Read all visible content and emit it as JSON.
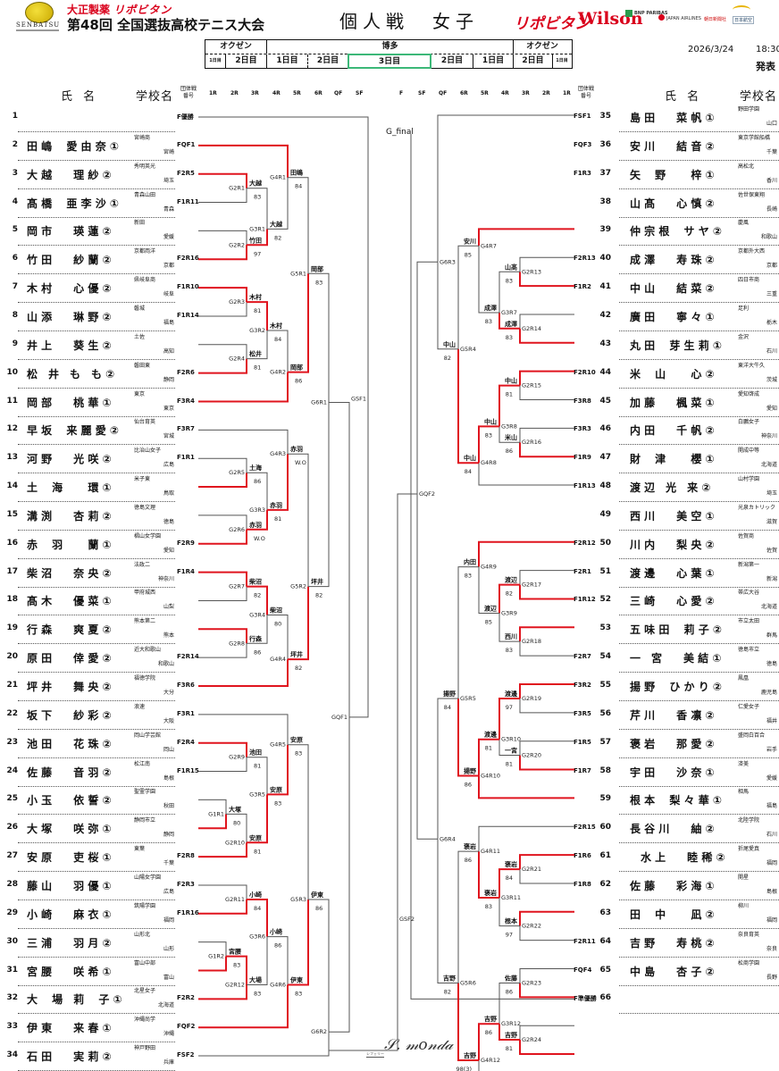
{
  "header": {
    "logo_text": "SENBATSU",
    "sponsor_main": "大正製薬",
    "sponsor_brand": "リポビタン",
    "tournament": "第48回 全国選抜高校テニス大会",
    "title": "個人戦　女子",
    "sponsors": [
      "リポビタン",
      "Wilson",
      "BNP PARIBAS",
      "JAPAN AIRLINES",
      "朝日新聞社",
      "日本航空"
    ],
    "date": "2026/3/24",
    "time": "18:30",
    "status": "発表"
  },
  "schedule": {
    "venues": [
      "オクゼン",
      "博多",
      "オクゼン"
    ],
    "days": [
      "1日目",
      "2日目",
      "1日目",
      "2日目",
      "3日目",
      "2日目",
      "1日目",
      "2日目",
      "1日目"
    ],
    "current_day": "3日目"
  },
  "columns": {
    "name": "氏 名",
    "school": "学校名",
    "team_no": "団体戦番号",
    "left_rounds": [
      "1R",
      "2R",
      "3R",
      "4R",
      "5R",
      "6R",
      "QF",
      "SF"
    ],
    "center": "F",
    "right_rounds": [
      "SF",
      "QF",
      "6R",
      "5R",
      "4R",
      "3R",
      "2R",
      "1R"
    ]
  },
  "left_players": [
    {
      "no": "1",
      "name": "",
      "school": "",
      "pref": "",
      "code": "F優勝"
    },
    {
      "no": "2",
      "name": "田 嶋　 愛 由 奈 ①",
      "school": "宮崎商",
      "pref": "宮崎",
      "code": "FQF1"
    },
    {
      "no": "3",
      "name": "大 越　　理 紗 ②",
      "school": "秀明英光",
      "pref": "埼玉",
      "code": "F2R5"
    },
    {
      "no": "4",
      "name": "髙 橋　 亜 李 沙 ①",
      "school": "青森山田",
      "pref": "青森",
      "code": "F1R11"
    },
    {
      "no": "5",
      "name": "岡 市　　瑛 蓮 ②",
      "school": "新田",
      "pref": "愛媛",
      "code": ""
    },
    {
      "no": "6",
      "name": "竹 田　　紗 蘭 ②",
      "school": "京都両洋",
      "pref": "京都",
      "code": "F2R16"
    },
    {
      "no": "7",
      "name": "木 村　　心 優 ②",
      "school": "県岐阜商",
      "pref": "岐阜",
      "code": "F1R10"
    },
    {
      "no": "8",
      "name": "山 添　　琳 野 ②",
      "school": "磐城",
      "pref": "福島",
      "code": "F1R14"
    },
    {
      "no": "9",
      "name": "井 上　　葵 生 ②",
      "school": "土佐",
      "pref": "高知",
      "code": ""
    },
    {
      "no": "10",
      "name": "松　井　も　も ②",
      "school": "磐田東",
      "pref": "静岡",
      "code": "F2R6"
    },
    {
      "no": "11",
      "name": "岡 部　　桃 華 ①",
      "school": "東京",
      "pref": "東京",
      "code": "F3R4"
    },
    {
      "no": "12",
      "name": "早 坂　 来 麗 愛 ②",
      "school": "仙台育英",
      "pref": "宮城",
      "code": "F3R7"
    },
    {
      "no": "13",
      "name": "河 野　　光 咲 ②",
      "school": "比治山女子",
      "pref": "広島",
      "code": "F1R1"
    },
    {
      "no": "14",
      "name": "土　 海　　 環 ①",
      "school": "米子東",
      "pref": "鳥取",
      "code": ""
    },
    {
      "no": "15",
      "name": "溝 渕　　杏 莉 ②",
      "school": "徳島文理",
      "pref": "徳島",
      "code": ""
    },
    {
      "no": "16",
      "name": "赤　 羽　　 蘭 ①",
      "school": "椙山女学園",
      "pref": "愛知",
      "code": "F2R9"
    },
    {
      "no": "17",
      "name": "柴 沼　　奈 央 ②",
      "school": "法政二",
      "pref": "神奈川",
      "code": "F1R4"
    },
    {
      "no": "18",
      "name": "髙 木　　優 菜 ①",
      "school": "甲府城西",
      "pref": "山梨",
      "code": ""
    },
    {
      "no": "19",
      "name": "行 森　　爽 夏 ②",
      "school": "熊本第二",
      "pref": "熊本",
      "code": ""
    },
    {
      "no": "20",
      "name": "原 田　　倖 愛 ②",
      "school": "近大和歌山",
      "pref": "和歌山",
      "code": "F2R14"
    },
    {
      "no": "21",
      "name": "坪 井　　舞 央 ②",
      "school": "福徳学院",
      "pref": "大分",
      "code": "F3R6"
    },
    {
      "no": "22",
      "name": "坂 下　　紗 彩 ②",
      "school": "浪速",
      "pref": "大阪",
      "code": "F3R1"
    },
    {
      "no": "23",
      "name": "池 田　　花 珠 ②",
      "school": "岡山学芸館",
      "pref": "岡山",
      "code": "F2R4"
    },
    {
      "no": "24",
      "name": "佐 藤　　音 羽 ②",
      "school": "松江南",
      "pref": "島根",
      "code": "F1R15"
    },
    {
      "no": "25",
      "name": "小 玉　　依 誓 ②",
      "school": "聖霊学園",
      "pref": "秋田",
      "code": ""
    },
    {
      "no": "26",
      "name": "大 塚　　咲 弥 ①",
      "school": "静岡市立",
      "pref": "静岡",
      "code": ""
    },
    {
      "no": "27",
      "name": "安 原　　吏 桜 ①",
      "school": "東葉",
      "pref": "千葉",
      "code": "F2R8"
    },
    {
      "no": "28",
      "name": "藤 山　　羽 優 ①",
      "school": "山陽女学園",
      "pref": "広島",
      "code": "F2R3"
    },
    {
      "no": "29",
      "name": "小 崎　　麻 衣 ①",
      "school": "筑陽学園",
      "pref": "福岡",
      "code": "F1R16"
    },
    {
      "no": "30",
      "name": "三 浦　　羽 月 ②",
      "school": "山形北",
      "pref": "山形",
      "code": ""
    },
    {
      "no": "31",
      "name": "宮 腰　　咲 希 ①",
      "school": "富山中部",
      "pref": "富山",
      "code": ""
    },
    {
      "no": "32",
      "name": "大　 場　莉　 子 ①",
      "school": "北星女子",
      "pref": "北海道",
      "code": "F2R2"
    },
    {
      "no": "33",
      "name": "伊 東　　来 春 ①",
      "school": "沖縄尚学",
      "pref": "沖縄",
      "code": "FQF2"
    },
    {
      "no": "34",
      "name": "石 田　　実 莉 ②",
      "school": "神戸野田",
      "pref": "兵庫",
      "code": "FSF2"
    }
  ],
  "right_players": [
    {
      "no": "35",
      "name": "島 田　　菜 帆 ①",
      "school": "野田学園",
      "pref": "山口",
      "code": "FSF1"
    },
    {
      "no": "36",
      "name": "安 川　　結 音 ②",
      "school": "東京学館船橋",
      "pref": "千葉",
      "code": "FQF3"
    },
    {
      "no": "37",
      "name": "矢　 野　　 梓 ①",
      "school": "高松北",
      "pref": "香川",
      "code": "F1R3"
    },
    {
      "no": "38",
      "name": "山 髙　　心 慎 ②",
      "school": "佐世保東翔",
      "pref": "長崎",
      "code": ""
    },
    {
      "no": "39",
      "name": "仲 宗 根　 サ ヤ ②",
      "school": "慶風",
      "pref": "和歌山",
      "code": ""
    },
    {
      "no": "40",
      "name": "成 澤　　寿 珠 ②",
      "school": "京都外大西",
      "pref": "京都",
      "code": "F2R13"
    },
    {
      "no": "41",
      "name": "中 山　　結 菜 ②",
      "school": "四日市商",
      "pref": "三重",
      "code": "F1R2"
    },
    {
      "no": "42",
      "name": "廣 田　　寧 々 ①",
      "school": "足利",
      "pref": "栃木",
      "code": ""
    },
    {
      "no": "43",
      "name": "丸 田　 芽 生 莉 ①",
      "school": "金沢",
      "pref": "石川",
      "code": ""
    },
    {
      "no": "44",
      "name": "米　 山　　 心 ②",
      "school": "東洋大牛久",
      "pref": "茨城",
      "code": "F2R10"
    },
    {
      "no": "45",
      "name": "加 藤　　楓 菜 ①",
      "school": "愛知啓成",
      "pref": "愛知",
      "code": "F3R8"
    },
    {
      "no": "46",
      "name": "内 田　　千 帆 ②",
      "school": "白鵬女子",
      "pref": "神奈川",
      "code": "F3R3"
    },
    {
      "no": "47",
      "name": "財　 津　　 櫻 ①",
      "school": "開成中等",
      "pref": "北海道",
      "code": "F1R9"
    },
    {
      "no": "48",
      "name": "渡 辺　光　来 ②",
      "school": "山村学園",
      "pref": "埼玉",
      "code": "F1R13"
    },
    {
      "no": "49",
      "name": "西 川　　美 空 ①",
      "school": "光泉カトリック",
      "pref": "滋賀",
      "code": ""
    },
    {
      "no": "50",
      "name": "川 内　　梨 央 ②",
      "school": "佐賀商",
      "pref": "佐賀",
      "code": "F2R12"
    },
    {
      "no": "51",
      "name": "渡 邊　　心 葉 ①",
      "school": "新潟第一",
      "pref": "新潟",
      "code": "F2R1"
    },
    {
      "no": "52",
      "name": "三 崎　　心 愛 ②",
      "school": "帯広大谷",
      "pref": "北海道",
      "code": "F1R12"
    },
    {
      "no": "53",
      "name": "五 味 田　 莉 子 ②",
      "school": "市立太田",
      "pref": "群馬",
      "code": ""
    },
    {
      "no": "54",
      "name": "一　宮　　美 結 ①",
      "school": "徳島市立",
      "pref": "徳島",
      "code": "F2R7"
    },
    {
      "no": "55",
      "name": "揚 野　 ひ か り ②",
      "school": "鳳凰",
      "pref": "鹿児島",
      "code": "F3R2"
    },
    {
      "no": "56",
      "name": "芹 川　　香 凛 ②",
      "school": "仁愛女子",
      "pref": "福井",
      "code": "F3R5"
    },
    {
      "no": "57",
      "name": "褒 岩　　那 愛 ②",
      "school": "盛岡白百合",
      "pref": "岩手",
      "code": "F1R5"
    },
    {
      "no": "58",
      "name": "宇 田　　沙 奈 ①",
      "school": "済美",
      "pref": "愛媛",
      "code": "F1R7"
    },
    {
      "no": "59",
      "name": "根 本　 梨 々 華 ①",
      "school": "相馬",
      "pref": "福島",
      "code": ""
    },
    {
      "no": "60",
      "name": "長 谷 川　　紬 ②",
      "school": "北陸学院",
      "pref": "石川",
      "code": "F2R15"
    },
    {
      "no": "61",
      "name": "　水 上　　睦 稀 ②",
      "school": "折尾愛真",
      "pref": "福岡",
      "code": "F1R6"
    },
    {
      "no": "62",
      "name": "佐 藤　　彩 海 ①",
      "school": "開星",
      "pref": "島根",
      "code": "F1R8"
    },
    {
      "no": "63",
      "name": "田　 中　　 凪 ②",
      "school": "柳川",
      "pref": "福岡",
      "code": ""
    },
    {
      "no": "64",
      "name": "吉 野　　寿 桃 ②",
      "school": "奈良育英",
      "pref": "奈良",
      "code": "F2R11"
    },
    {
      "no": "65",
      "name": "中 島　　杏 子 ②",
      "school": "松商学園",
      "pref": "長野",
      "code": "FQF4"
    },
    {
      "no": "66",
      "name": "",
      "school": "",
      "pref": "",
      "code": "F準優勝"
    }
  ],
  "bracket": {
    "final_label": "G_final",
    "game_labels": [
      "G1R1",
      "G1R2",
      "G2R1",
      "G2R2",
      "G2R3",
      "G2R4",
      "G2R5",
      "G2R6",
      "G2R7",
      "G2R8",
      "G2R9",
      "G2R10",
      "G2R11",
      "G2R12",
      "G3R1",
      "G3R2",
      "G3R3",
      "G3R4",
      "G3R5",
      "G3R6",
      "G4R1",
      "G4R2",
      "G4R3",
      "G4R4",
      "G4R5",
      "G4R6",
      "G5R1",
      "G5R2",
      "G5R3",
      "G6R1",
      "G6R2",
      "GQF1",
      "GSF1",
      "GSF2",
      "GQF2",
      "G6R3",
      "G6R4",
      "G5R4",
      "G5R5",
      "G5R6",
      "G4R7",
      "G4R8",
      "G4R9",
      "G4R10",
      "G4R11",
      "G4R12",
      "G3R7",
      "G3R8",
      "G3R9",
      "G3R10",
      "G3R11",
      "G3R12",
      "G2R13",
      "G2R14",
      "G2R15",
      "G2R16",
      "G2R17",
      "G2R18",
      "G2R19",
      "G2R20",
      "G2R21",
      "G2R22",
      "G2R23",
      "G2R24"
    ],
    "results": [
      {
        "game": "G2R1",
        "winner": "大越",
        "score": "83"
      },
      {
        "game": "G2R2",
        "winner": "竹田",
        "score": "97"
      },
      {
        "game": "G3R1",
        "winner": "大越",
        "score": "82"
      },
      {
        "game": "G4R1",
        "winner": "田嶋",
        "score": "84"
      },
      {
        "game": "G2R3",
        "winner": "木村",
        "score": "81"
      },
      {
        "game": "G2R4",
        "winner": "松井",
        "score": "81"
      },
      {
        "game": "G3R2",
        "winner": "木村",
        "score": "84"
      },
      {
        "game": "G4R2",
        "winner": "岡部",
        "score": "86"
      },
      {
        "game": "G5R1",
        "winner": "岡部",
        "score": "83"
      },
      {
        "game": "G2R5",
        "winner": "土海",
        "score": "86"
      },
      {
        "game": "G2R6",
        "winner": "赤羽",
        "score": "W.O"
      },
      {
        "game": "G3R3",
        "winner": "赤羽",
        "score": "81"
      },
      {
        "game": "G4R3",
        "winner": "赤羽",
        "score": "W.O"
      },
      {
        "game": "G2R7",
        "winner": "柴沼",
        "score": "82"
      },
      {
        "game": "G2R8",
        "winner": "行森",
        "score": "86"
      },
      {
        "game": "G3R4",
        "winner": "柴沼",
        "score": "80"
      },
      {
        "game": "G4R4",
        "winner": "坪井",
        "score": "82"
      },
      {
        "game": "G5R2",
        "winner": "坪井",
        "score": "82"
      },
      {
        "game": "G2R9",
        "winner": "池田",
        "score": "81"
      },
      {
        "game": "G1R1",
        "winner": "大塚",
        "score": "80"
      },
      {
        "game": "G2R10",
        "winner": "安原",
        "score": "81"
      },
      {
        "game": "G3R5",
        "winner": "安原",
        "score": "83"
      },
      {
        "game": "G4R5",
        "winner": "安原",
        "score": "83"
      },
      {
        "game": "G2R11",
        "winner": "小崎",
        "score": "84"
      },
      {
        "game": "G1R2",
        "winner": "宮腰",
        "score": "83"
      },
      {
        "game": "G2R12",
        "winner": "大場",
        "score": "83"
      },
      {
        "game": "G3R6",
        "winner": "小崎",
        "score": "86"
      },
      {
        "game": "G4R6",
        "winner": "伊東",
        "score": "83"
      },
      {
        "game": "G5R3",
        "winner": "伊東",
        "score": "86"
      },
      {
        "game": "G2R13",
        "winner": "山髙",
        "score": "83"
      },
      {
        "game": "G2R14",
        "winner": "成澤",
        "score": "83"
      },
      {
        "game": "G3R7",
        "winner": "成澤",
        "score": "83"
      },
      {
        "game": "G4R7",
        "winner": "安川",
        "score": "85"
      },
      {
        "game": "G2R15",
        "winner": "中山",
        "score": "81"
      },
      {
        "game": "G2R16",
        "winner": "米山",
        "score": "86"
      },
      {
        "game": "G3R8",
        "winner": "中山",
        "score": "83"
      },
      {
        "game": "G4R8",
        "winner": "中山",
        "score": "84"
      },
      {
        "game": "G5R4",
        "winner": "中山",
        "score": "82"
      },
      {
        "game": "G2R17",
        "winner": "渡辺",
        "score": "82"
      },
      {
        "game": "G2R18",
        "winner": "西川",
        "score": "83"
      },
      {
        "game": "G3R9",
        "winner": "渡辺",
        "score": "85"
      },
      {
        "game": "G4R9",
        "winner": "内田",
        "score": "83"
      },
      {
        "game": "G2R19",
        "winner": "渡邊",
        "score": "97"
      },
      {
        "game": "G2R20",
        "winner": "一宮",
        "score": "81"
      },
      {
        "game": "G3R10",
        "winner": "渡邊",
        "score": "81"
      },
      {
        "game": "G4R10",
        "winner": "揚野",
        "score": "86"
      },
      {
        "game": "G5R5",
        "winner": "揚野",
        "score": "84"
      },
      {
        "game": "G2R21",
        "winner": "褒岩",
        "score": "84"
      },
      {
        "game": "G2R22",
        "winner": "根本",
        "score": "97"
      },
      {
        "game": "G3R11",
        "winner": "褒岩",
        "score": "83"
      },
      {
        "game": "G4R11",
        "winner": "褒岩",
        "score": "86"
      },
      {
        "game": "G2R23",
        "winner": "佐藤",
        "score": "86"
      },
      {
        "game": "G2R24",
        "winner": "吉野",
        "score": "81"
      },
      {
        "game": "G3R12",
        "winner": "吉野",
        "score": "86"
      },
      {
        "game": "G4R12",
        "winner": "吉野",
        "score": "98(3)"
      },
      {
        "game": "G5R6",
        "winner": "吉野",
        "score": "82"
      }
    ]
  },
  "footer": {
    "referee_label": "レフェリー",
    "signature": "S. Monda"
  },
  "colors": {
    "winner_line": "#e0141e",
    "line": "#555555",
    "current_day_border": "#3cb878",
    "sponsor_red": "#d9001b"
  }
}
